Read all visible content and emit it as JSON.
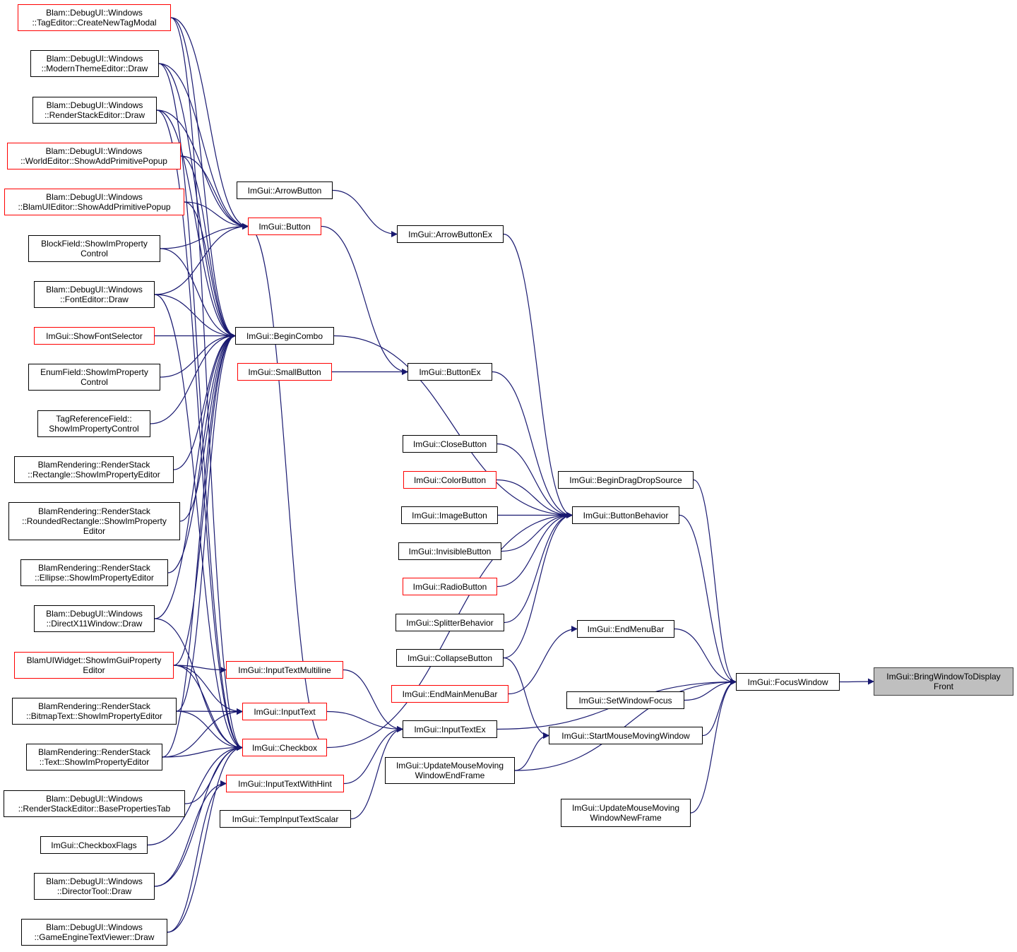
{
  "colors": {
    "edge": "#191970",
    "border_default": "#000000",
    "border_undocumented": "#ff0000",
    "focus_fill": "#bfbfbf"
  },
  "nodes": [
    {
      "id": "n1",
      "label": "Blam::DebugUI::Windows\n::TagEditor::CreateNewTagModal",
      "style": "red"
    },
    {
      "id": "n2",
      "label": "Blam::DebugUI::Windows\n::ModernThemeEditor::Draw",
      "style": "black"
    },
    {
      "id": "n3",
      "label": "Blam::DebugUI::Windows\n::RenderStackEditor::Draw",
      "style": "black"
    },
    {
      "id": "n4",
      "label": "Blam::DebugUI::Windows\n::WorldEditor::ShowAddPrimitivePopup",
      "style": "red"
    },
    {
      "id": "n5",
      "label": "Blam::DebugUI::Windows\n::BlamUIEditor::ShowAddPrimitivePopup",
      "style": "red"
    },
    {
      "id": "n6",
      "label": "BlockField::ShowImProperty\nControl",
      "style": "black"
    },
    {
      "id": "n7",
      "label": "Blam::DebugUI::Windows\n::FontEditor::Draw",
      "style": "black"
    },
    {
      "id": "n8",
      "label": "ImGui::ShowFontSelector",
      "style": "red"
    },
    {
      "id": "n9",
      "label": "EnumField::ShowImProperty\nControl",
      "style": "black"
    },
    {
      "id": "n10",
      "label": "TagReferenceField::\nShowImPropertyControl",
      "style": "black"
    },
    {
      "id": "n11",
      "label": "BlamRendering::RenderStack\n::Rectangle::ShowImPropertyEditor",
      "style": "black"
    },
    {
      "id": "n12",
      "label": "BlamRendering::RenderStack\n::RoundedRectangle::ShowImProperty\nEditor",
      "style": "black"
    },
    {
      "id": "n13",
      "label": "BlamRendering::RenderStack\n::Ellipse::ShowImPropertyEditor",
      "style": "black"
    },
    {
      "id": "n14",
      "label": "Blam::DebugUI::Windows\n::DirectX11Window::Draw",
      "style": "black"
    },
    {
      "id": "n15",
      "label": "BlamUIWidget::ShowImGuiProperty\nEditor",
      "style": "red"
    },
    {
      "id": "n16",
      "label": "BlamRendering::RenderStack\n::BitmapText::ShowImPropertyEditor",
      "style": "black"
    },
    {
      "id": "n17",
      "label": "BlamRendering::RenderStack\n::Text::ShowImPropertyEditor",
      "style": "black"
    },
    {
      "id": "n18",
      "label": "Blam::DebugUI::Windows\n::RenderStackEditor::BasePropertiesTab",
      "style": "black"
    },
    {
      "id": "n19",
      "label": "ImGui::CheckboxFlags",
      "style": "black"
    },
    {
      "id": "n20",
      "label": "Blam::DebugUI::Windows\n::DirectorTool::Draw",
      "style": "black"
    },
    {
      "id": "n21",
      "label": "Blam::DebugUI::Windows\n::GameEngineTextViewer::Draw",
      "style": "black"
    },
    {
      "id": "n22",
      "label": "ImGui::ArrowButton",
      "style": "black"
    },
    {
      "id": "n23",
      "label": "ImGui::Button",
      "style": "red"
    },
    {
      "id": "n24",
      "label": "ImGui::BeginCombo",
      "style": "black"
    },
    {
      "id": "n25",
      "label": "ImGui::SmallButton",
      "style": "red"
    },
    {
      "id": "n26",
      "label": "ImGui::InputTextMultiline",
      "style": "red"
    },
    {
      "id": "n27",
      "label": "ImGui::InputText",
      "style": "red"
    },
    {
      "id": "n28",
      "label": "ImGui::Checkbox",
      "style": "red"
    },
    {
      "id": "n29",
      "label": "ImGui::InputTextWithHint",
      "style": "red"
    },
    {
      "id": "n30",
      "label": "ImGui::TempInputTextScalar",
      "style": "black"
    },
    {
      "id": "n31",
      "label": "ImGui::ArrowButtonEx",
      "style": "black"
    },
    {
      "id": "n32",
      "label": "ImGui::ButtonEx",
      "style": "black"
    },
    {
      "id": "n33",
      "label": "ImGui::CloseButton",
      "style": "black"
    },
    {
      "id": "n34",
      "label": "ImGui::ColorButton",
      "style": "red"
    },
    {
      "id": "n35",
      "label": "ImGui::ImageButton",
      "style": "black"
    },
    {
      "id": "n36",
      "label": "ImGui::InvisibleButton",
      "style": "black"
    },
    {
      "id": "n37",
      "label": "ImGui::RadioButton",
      "style": "red"
    },
    {
      "id": "n38",
      "label": "ImGui::SplitterBehavior",
      "style": "black"
    },
    {
      "id": "n39",
      "label": "ImGui::CollapseButton",
      "style": "black"
    },
    {
      "id": "n40",
      "label": "ImGui::EndMainMenuBar",
      "style": "red"
    },
    {
      "id": "n41",
      "label": "ImGui::InputTextEx",
      "style": "black"
    },
    {
      "id": "n42",
      "label": "ImGui::UpdateMouseMoving\nWindowEndFrame",
      "style": "black"
    },
    {
      "id": "n43",
      "label": "ImGui::BeginDragDropSource",
      "style": "black"
    },
    {
      "id": "n44",
      "label": "ImGui::ButtonBehavior",
      "style": "black"
    },
    {
      "id": "n45",
      "label": "ImGui::EndMenuBar",
      "style": "black"
    },
    {
      "id": "n46",
      "label": "ImGui::SetWindowFocus",
      "style": "black"
    },
    {
      "id": "n47",
      "label": "ImGui::StartMouseMovingWindow",
      "style": "black"
    },
    {
      "id": "n48",
      "label": "ImGui::UpdateMouseMoving\nWindowNewFrame",
      "style": "black"
    },
    {
      "id": "n49",
      "label": "ImGui::FocusWindow",
      "style": "black"
    },
    {
      "id": "n50",
      "label": "ImGui::BringWindowToDisplay\nFront",
      "style": "focus"
    }
  ],
  "edges": [
    [
      "n1",
      "n23"
    ],
    [
      "n2",
      "n23"
    ],
    [
      "n3",
      "n23"
    ],
    [
      "n4",
      "n23"
    ],
    [
      "n5",
      "n23"
    ],
    [
      "n6",
      "n23"
    ],
    [
      "n7",
      "n23"
    ],
    [
      "n1",
      "n24"
    ],
    [
      "n2",
      "n24"
    ],
    [
      "n3",
      "n24"
    ],
    [
      "n4",
      "n24"
    ],
    [
      "n5",
      "n24"
    ],
    [
      "n6",
      "n24"
    ],
    [
      "n7",
      "n24"
    ],
    [
      "n8",
      "n24"
    ],
    [
      "n9",
      "n24"
    ],
    [
      "n10",
      "n24"
    ],
    [
      "n11",
      "n24"
    ],
    [
      "n12",
      "n24"
    ],
    [
      "n13",
      "n24"
    ],
    [
      "n14",
      "n24"
    ],
    [
      "n15",
      "n24"
    ],
    [
      "n16",
      "n24"
    ],
    [
      "n17",
      "n24"
    ],
    [
      "n15",
      "n26"
    ],
    [
      "n15",
      "n27"
    ],
    [
      "n16",
      "n27"
    ],
    [
      "n17",
      "n27"
    ],
    [
      "n1",
      "n28"
    ],
    [
      "n2",
      "n28"
    ],
    [
      "n3",
      "n28"
    ],
    [
      "n7",
      "n28"
    ],
    [
      "n14",
      "n28"
    ],
    [
      "n15",
      "n28"
    ],
    [
      "n16",
      "n28"
    ],
    [
      "n17",
      "n28"
    ],
    [
      "n18",
      "n28"
    ],
    [
      "n19",
      "n28"
    ],
    [
      "n20",
      "n28"
    ],
    [
      "n21",
      "n28"
    ],
    [
      "n20",
      "n29"
    ],
    [
      "n21",
      "n29"
    ],
    [
      "n28",
      "n23"
    ],
    [
      "n22",
      "n31"
    ],
    [
      "n23",
      "n32"
    ],
    [
      "n25",
      "n32"
    ],
    [
      "n26",
      "n41"
    ],
    [
      "n27",
      "n41"
    ],
    [
      "n29",
      "n41"
    ],
    [
      "n30",
      "n41"
    ],
    [
      "n31",
      "n44"
    ],
    [
      "n32",
      "n44"
    ],
    [
      "n24",
      "n44"
    ],
    [
      "n28",
      "n44"
    ],
    [
      "n33",
      "n44"
    ],
    [
      "n34",
      "n44"
    ],
    [
      "n35",
      "n44"
    ],
    [
      "n36",
      "n44"
    ],
    [
      "n37",
      "n44"
    ],
    [
      "n38",
      "n44"
    ],
    [
      "n39",
      "n44"
    ],
    [
      "n40",
      "n45"
    ],
    [
      "n39",
      "n47"
    ],
    [
      "n42",
      "n47"
    ],
    [
      "n43",
      "n49"
    ],
    [
      "n44",
      "n49"
    ],
    [
      "n45",
      "n49"
    ],
    [
      "n46",
      "n49"
    ],
    [
      "n47",
      "n49"
    ],
    [
      "n41",
      "n49"
    ],
    [
      "n42",
      "n49"
    ],
    [
      "n48",
      "n49"
    ],
    [
      "n49",
      "n50"
    ]
  ]
}
